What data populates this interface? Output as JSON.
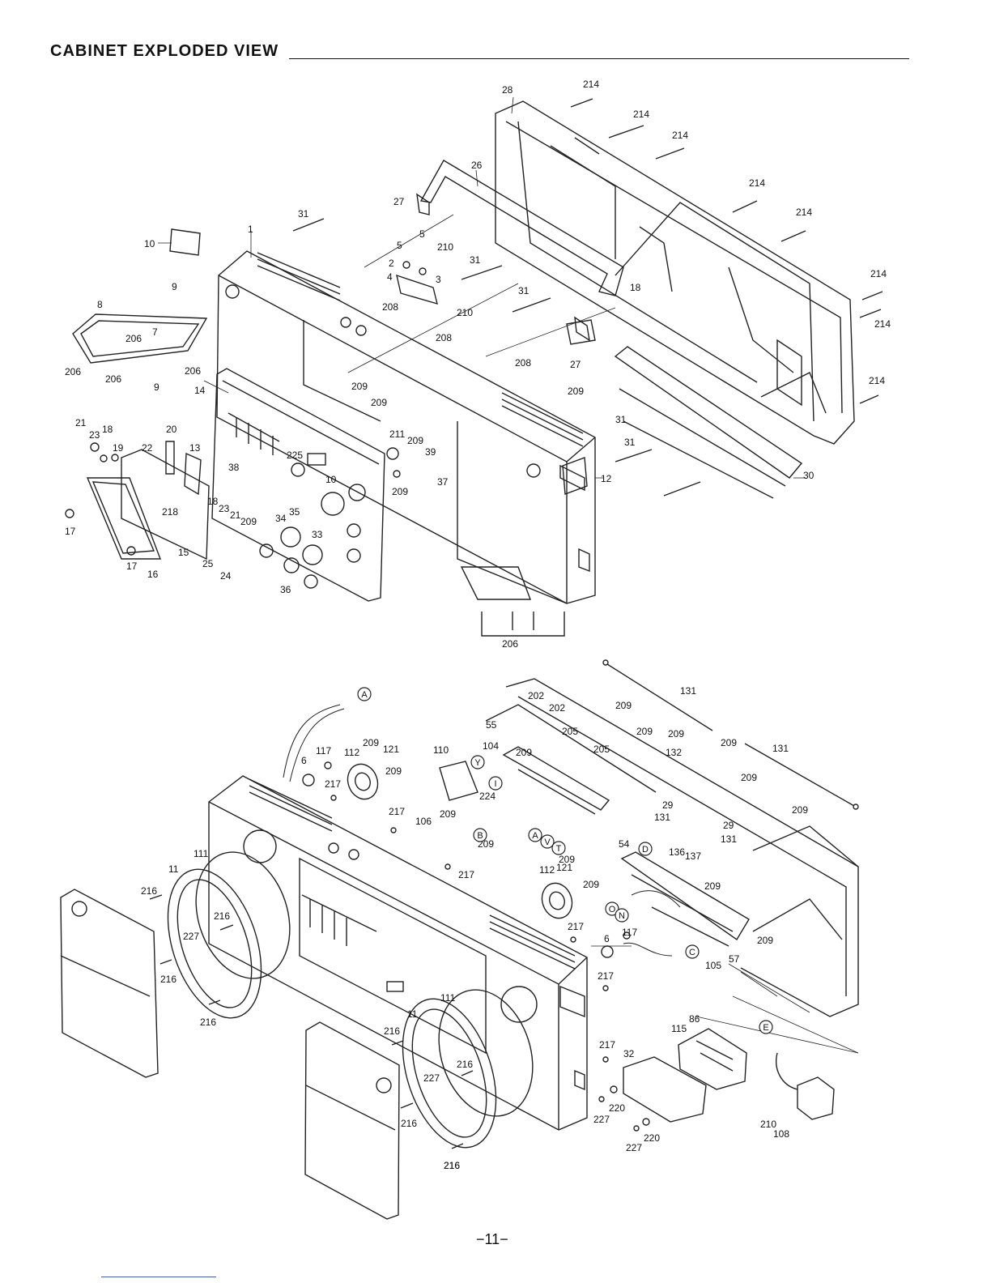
{
  "page": {
    "title": "CABINET EXPLODED VIEW",
    "page_number": "−11−"
  },
  "top_view_labels": [
    "28",
    "214",
    "214",
    "214",
    "214",
    "214",
    "214",
    "214",
    "214",
    "26",
    "27",
    "31",
    "1",
    "10",
    "5",
    "5",
    "210",
    "2",
    "3",
    "4",
    "31",
    "31",
    "208",
    "210",
    "208",
    "18",
    "27",
    "9",
    "8",
    "206",
    "7",
    "206",
    "206",
    "9",
    "206",
    "208",
    "209",
    "14",
    "209",
    "209",
    "21",
    "23",
    "18",
    "19",
    "22",
    "20",
    "13",
    "211",
    "209",
    "39",
    "38",
    "225",
    "209",
    "37",
    "10",
    "12",
    "31",
    "31",
    "30",
    "17",
    "218",
    "18",
    "23",
    "21",
    "209",
    "34",
    "35",
    "33",
    "15",
    "16",
    "17",
    "25",
    "24",
    "36",
    "206"
  ],
  "bottom_view_labels": [
    "131",
    "202",
    "202",
    "209",
    "55",
    "205",
    "209",
    "209",
    "209",
    "205",
    "131",
    "104",
    "209",
    "132",
    "209",
    "117",
    "112",
    "121",
    "6",
    "209",
    "110",
    "209",
    "217",
    "224",
    "217",
    "106",
    "209",
    "209",
    "29",
    "131",
    "29",
    "131",
    "209",
    "54",
    "136",
    "137",
    "209",
    "217",
    "111",
    "209",
    "121",
    "11",
    "112",
    "216",
    "209",
    "209",
    "216",
    "227",
    "217",
    "117",
    "6",
    "105",
    "57",
    "216",
    "217",
    "216",
    "111",
    "11",
    "86",
    "115",
    "216",
    "216",
    "227",
    "217",
    "32",
    "216",
    "220",
    "227",
    "227",
    "220",
    "210",
    "108",
    "216",
    "216"
  ],
  "callouts": [
    "A",
    "Y",
    "I",
    "B",
    "A",
    "V",
    "T",
    "D",
    "O",
    "N",
    "C",
    "E"
  ]
}
